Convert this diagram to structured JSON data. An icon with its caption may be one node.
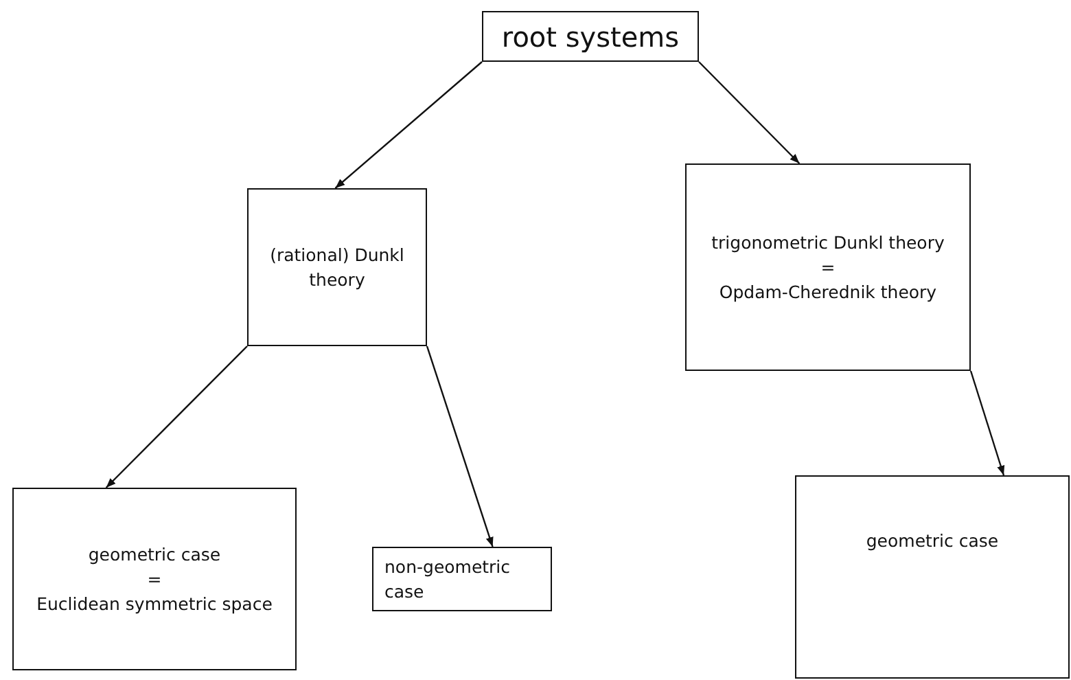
{
  "diagram": {
    "nodes": [
      {
        "text": [
          "root systems"
        ]
      },
      {
        "text": [
          "(rational) Dunkl theory"
        ]
      },
      {
        "text": [
          "trigonometric Dunkl theory",
          "=",
          "Opdam-Cherednik theory"
        ]
      },
      {
        "text": [
          "geometric case",
          "=",
          "Euclidean symmetric space"
        ]
      },
      {
        "text": [
          "non-geometric case"
        ]
      },
      {
        "text": [
          "geometric case"
        ]
      }
    ],
    "edges": [
      {
        "from": 0,
        "to": 1,
        "arrow": "to"
      },
      {
        "from": 0,
        "to": 2,
        "arrow": "to"
      },
      {
        "from": 1,
        "to": 3,
        "arrow": "to"
      },
      {
        "from": 1,
        "to": 4,
        "arrow": "to"
      },
      {
        "from": 2,
        "to": 5,
        "arrow": "to"
      }
    ]
  }
}
